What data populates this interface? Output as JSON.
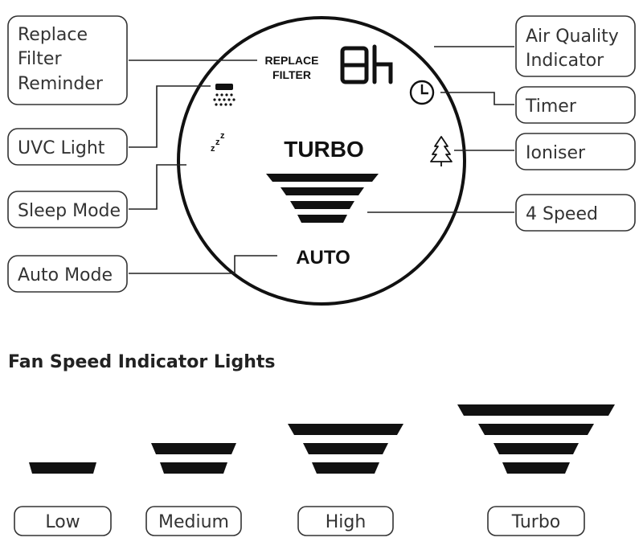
{
  "display": {
    "replace_filter_line1": "REPLACE",
    "replace_filter_line2": "FILTER",
    "timer_readout": "8h",
    "turbo_label": "TURBO",
    "auto_label": "AUTO",
    "fan_levels_shown": 4
  },
  "callouts": {
    "replace_filter_reminder": [
      "Replace",
      "Filter",
      "Reminder"
    ],
    "uvc_light": "UVC Light",
    "sleep_mode": "Sleep Mode",
    "auto_mode": "Auto Mode",
    "air_quality_indicator": [
      "Air Quality",
      "Indicator"
    ],
    "timer": "Timer",
    "ioniser": "Ioniser",
    "four_speed": "4 Speed"
  },
  "icons": {
    "uvc": "uvc-light-icon",
    "sleep": "moon-zzz-icon",
    "timer": "clock-icon",
    "ioniser": "tree-icon"
  },
  "section": {
    "title": "Fan Speed Indicator Lights"
  },
  "speeds": [
    {
      "label": "Low",
      "bars": 1
    },
    {
      "label": "Medium",
      "bars": 2
    },
    {
      "label": "High",
      "bars": 3
    },
    {
      "label": "Turbo",
      "bars": 4
    }
  ]
}
